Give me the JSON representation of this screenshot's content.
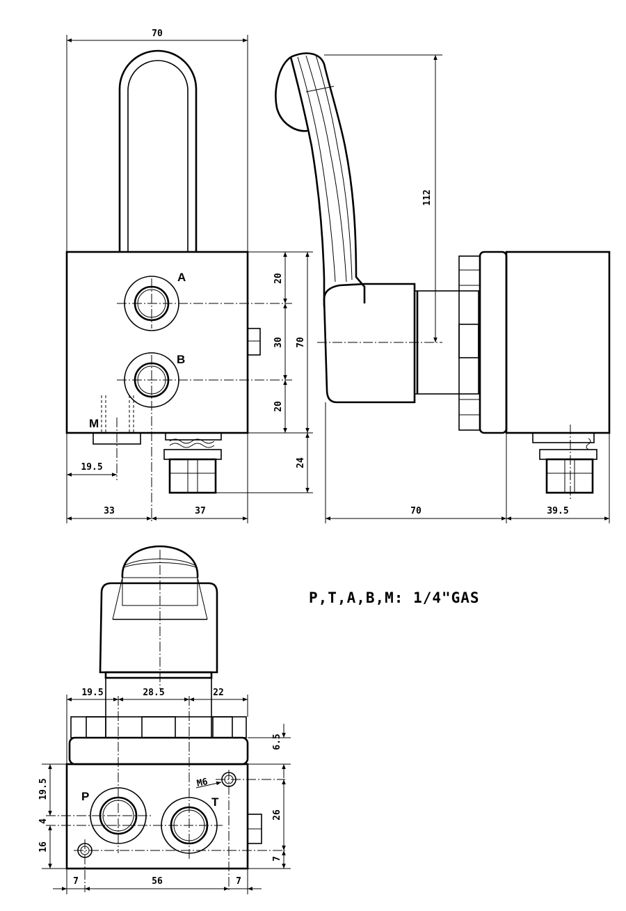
{
  "front_view": {
    "width_top": "70",
    "dim_20_upper": "20",
    "dim_30": "30",
    "dim_70_height": "70",
    "dim_20_lower": "20",
    "dim_24": "24",
    "dim_19_5": "19.5",
    "dim_33": "33",
    "dim_37": "37",
    "port_a": "A",
    "port_b": "B",
    "port_m": "M"
  },
  "side_view": {
    "dim_112": "112",
    "dim_70": "70",
    "dim_39_5": "39.5"
  },
  "bottom_view": {
    "dim_19_5": "19.5",
    "dim_28_5": "28.5",
    "dim_22": "22",
    "dim_6_5": "6.5",
    "dim_19_5_left": "19.5",
    "dim_4": "4",
    "dim_16": "16",
    "dim_26": "26",
    "dim_7_right": "7",
    "dim_7_left": "7",
    "dim_56": "56",
    "dim_7_bottom": "7",
    "thread_m6": "M6",
    "port_p": "P",
    "port_t": "T"
  },
  "note": "P,T,A,B,M: 1/4\"GAS"
}
